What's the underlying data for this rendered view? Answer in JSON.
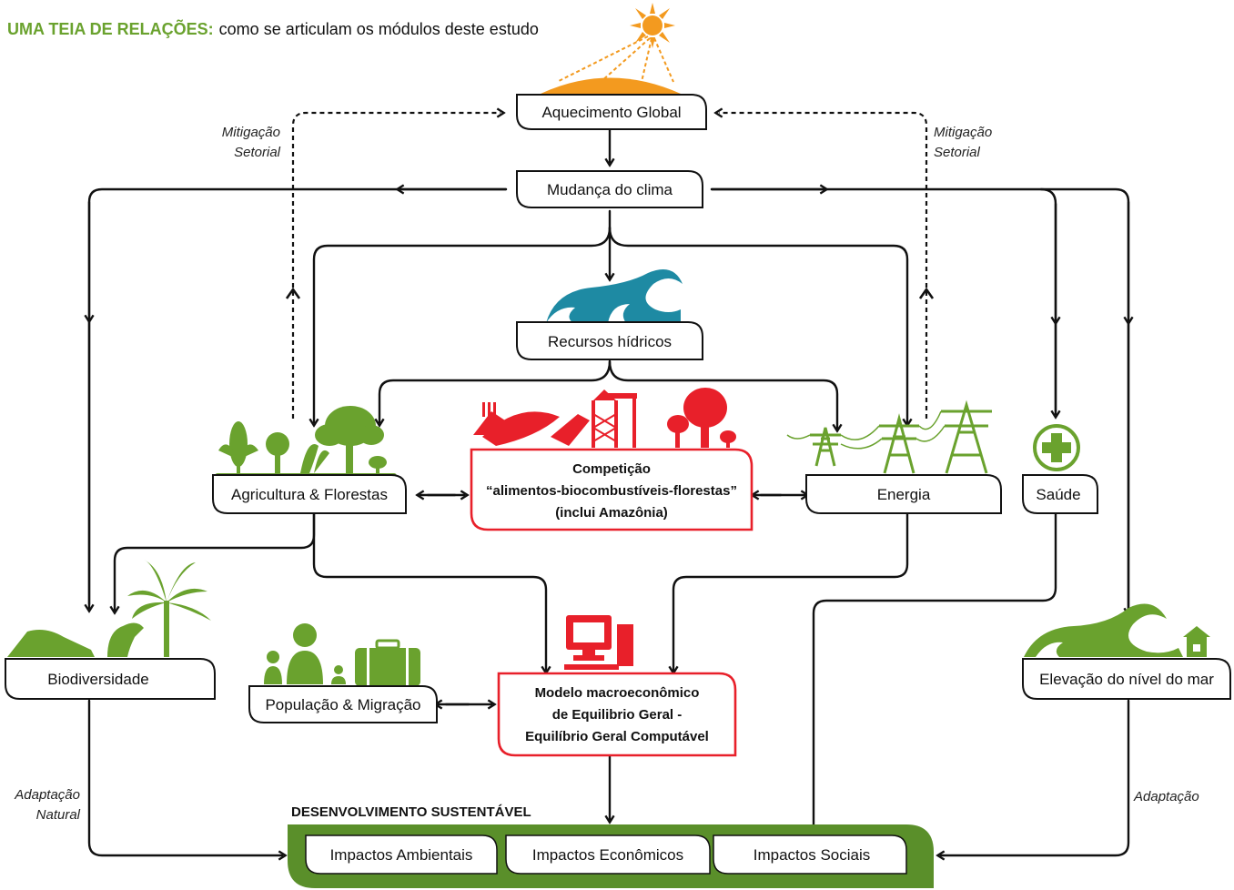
{
  "title": {
    "highlight": "UMA TEIA DE RELAÇÕES:",
    "rest": "como se articulam os módulos deste estudo"
  },
  "colors": {
    "green": "#6aa22e",
    "red": "#e8202a",
    "teal": "#1e8aa3",
    "orange": "#f39a1f",
    "dark_green": "#5a8f2a"
  },
  "nodes": {
    "aquecimento": "Aquecimento Global",
    "mudanca": "Mudança do clima",
    "recursos": "Recursos hídricos",
    "agricultura": "Agricultura & Florestas",
    "competicao_1": "Competição",
    "competicao_2": "“alimentos-biocombustíveis-florestas”",
    "competicao_3": "(inclui Amazônia)",
    "energia": "Energia",
    "saude": "Saúde",
    "biodiversidade": "Biodiversidade",
    "populacao": "População & Migração",
    "modelo_1": "Modelo macroeconômico",
    "modelo_2": "de Equilibrio Geral -",
    "modelo_3": "Equilíbrio Geral Computável",
    "elevacao": "Elevação do nível do mar"
  },
  "labels": {
    "mitigacao_left_1": "Mitigação",
    "mitigacao_left_2": "Setorial",
    "mitigacao_right_1": "Mitigação",
    "mitigacao_right_2": "Setorial",
    "adaptacao_natural_1": "Adaptação",
    "adaptacao_natural_2": "Natural",
    "adaptacao": "Adaptação"
  },
  "desenvolvimento": {
    "title": "DESENVOLVIMENTO SUSTENTÁVEL",
    "impactos": [
      "Impactos Ambientais",
      "Impactos Econômicos",
      "Impactos Sociais"
    ]
  }
}
